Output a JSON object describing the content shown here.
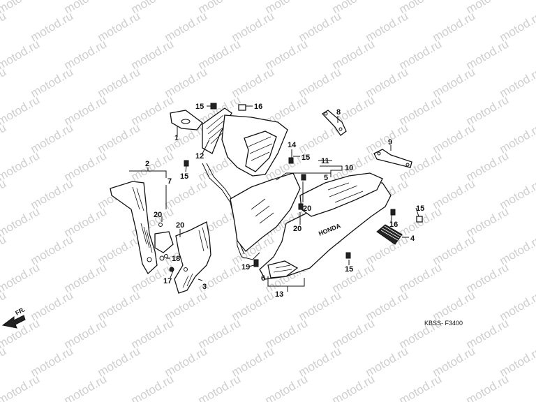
{
  "watermark": "motod.ru",
  "diagram_code": "KBSS- F3400",
  "front_arrow_label": "FR.",
  "callouts": [
    "1",
    "2",
    "3",
    "4",
    "5",
    "6",
    "7",
    "8",
    "9",
    "10",
    "11",
    "12",
    "13",
    "14",
    "15",
    "15",
    "15",
    "15",
    "15",
    "16",
    "16",
    "17",
    "18",
    "19",
    "20",
    "20",
    "20",
    "20"
  ]
}
